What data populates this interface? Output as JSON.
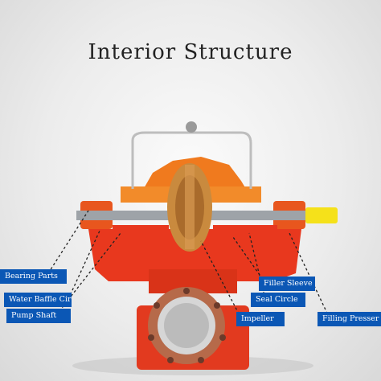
{
  "title": "Interior Structure",
  "colors": {
    "background": "#ececec",
    "pump_body": "#e8381e",
    "pump_casing": "#f07a1e",
    "impeller": "#c98a3e",
    "label_bg": "#0b57b5",
    "label_text": "#ffffff",
    "coupling": "#f5e11a"
  },
  "labels": {
    "bearing_parts": "Bearing  Parts",
    "water_baffle_circle": "Water Baffle Circ",
    "pump_shaft": "Pump Shaft",
    "filler_sleeve": "Filler Sleeve",
    "seal_circle": "Seal Circle",
    "impeller": "Impeller",
    "filling_presser": "Filling Presser"
  }
}
